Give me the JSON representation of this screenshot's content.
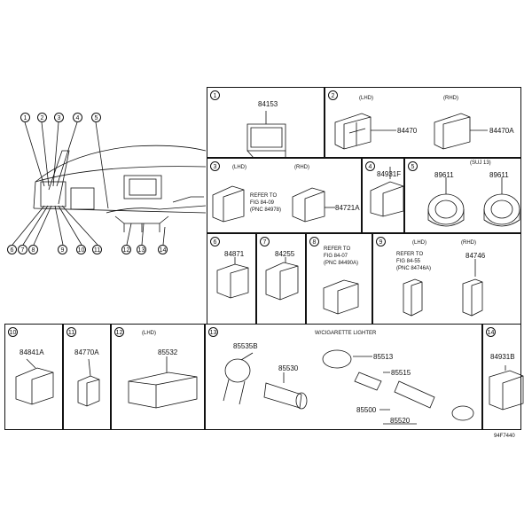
{
  "panels": [
    {
      "id": "1",
      "parts": [
        "84153"
      ]
    },
    {
      "id": "2",
      "headers": [
        "(LHD)",
        "(RHD)"
      ],
      "parts": [
        "84470",
        "84470A"
      ]
    },
    {
      "id": "3",
      "headers": [
        "(LHD)",
        "(RHD)"
      ],
      "note": [
        "REFER TO",
        "FIG 84-09",
        "(PNC 84978)"
      ],
      "parts": [
        "84721A"
      ]
    },
    {
      "id": "4",
      "parts": [
        "84931F"
      ]
    },
    {
      "id": "5",
      "headers": [
        "(SUJ 13)"
      ],
      "parts": [
        "89611",
        "89611"
      ]
    },
    {
      "id": "6",
      "parts": [
        "84871"
      ]
    },
    {
      "id": "7",
      "parts": [
        "84255"
      ]
    },
    {
      "id": "8",
      "note": [
        "REFER TO",
        "FIG 84-07",
        "(PNC 84490A)"
      ]
    },
    {
      "id": "9",
      "headers": [
        "(LHD)",
        "(RHD)"
      ],
      "note": [
        "REFER TO",
        "FIG 84-55",
        "(PNC 84746A)"
      ],
      "parts": [
        "84746"
      ]
    },
    {
      "id": "10",
      "parts": [
        "84841A"
      ]
    },
    {
      "id": "11",
      "parts": [
        "84770A"
      ]
    },
    {
      "id": "12",
      "headers": [
        "(LHD)"
      ],
      "parts": [
        "85532"
      ]
    },
    {
      "id": "13",
      "headers": [
        "W/CIGARETTE LIGHTER"
      ],
      "parts": [
        "85535B",
        "85530",
        "85513",
        "85515",
        "85500",
        "85520"
      ]
    },
    {
      "id": "14",
      "parts": [
        "84931B"
      ]
    }
  ],
  "overview_callouts": [
    "1",
    "2",
    "3",
    "4",
    "5",
    "6",
    "7",
    "8",
    "9",
    "10",
    "11",
    "12",
    "13",
    "14"
  ],
  "figure_code": "94F7440"
}
